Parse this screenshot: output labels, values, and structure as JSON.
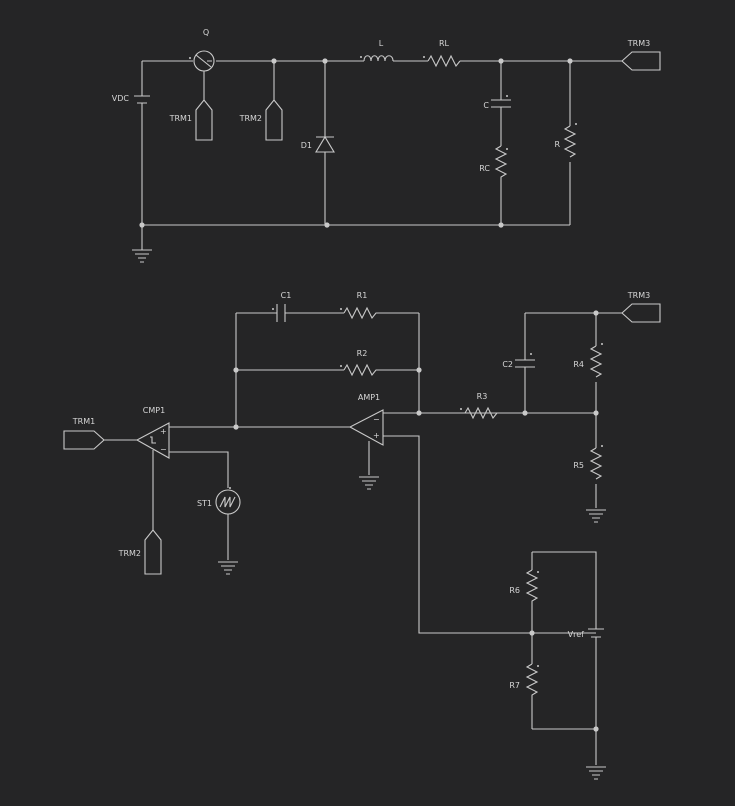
{
  "colors": {
    "background": "#252526",
    "wire": "#c9c9c9",
    "text": "#d6d6d6"
  },
  "circuit1": {
    "Q": "Q",
    "VDC": "VDC",
    "L": "L",
    "RL": "RL",
    "TRM3": "TRM3",
    "TRM1": "TRM1",
    "TRM2": "TRM2",
    "D1": "D1",
    "C": "C",
    "RC": "RC",
    "R": "R"
  },
  "circuit2": {
    "C1": "C1",
    "R1": "R1",
    "R2": "R2",
    "AMP1": "AMP1",
    "R3": "R3",
    "TRM3": "TRM3",
    "C2": "C2",
    "R4": "R4",
    "R5": "R5",
    "TRM1": "TRM1",
    "CMP1": "CMP1",
    "ST1": "ST1",
    "TRM2": "TRM2",
    "R6": "R6",
    "R7": "R7",
    "Vref": "Vref",
    "amp_minus": "−",
    "amp_plus": "+",
    "cmp_plus": "+",
    "cmp_minus": "−"
  }
}
